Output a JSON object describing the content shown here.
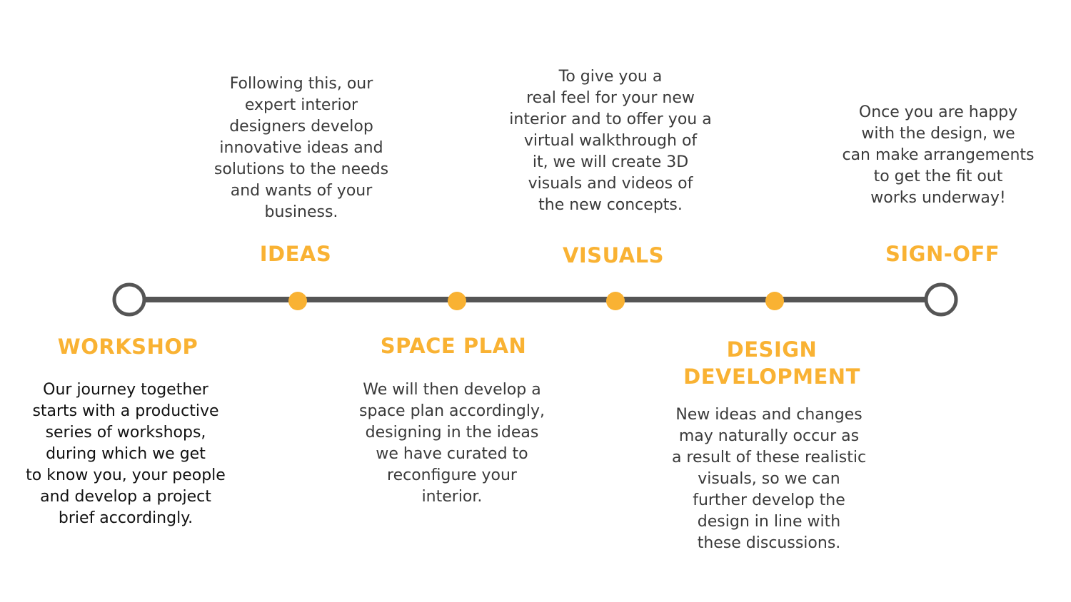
{
  "colors": {
    "accent": "#f9b233",
    "line": "#555555",
    "text": "#3a3a3a",
    "text_dark": "#111111"
  },
  "stages": [
    {
      "id": "workshop",
      "title_lines": [
        "WORKSHOP"
      ],
      "description_lines": [
        "Our journey together",
        "starts with a productive",
        "series of workshops,",
        "during which we get",
        "to know you, your people",
        "and develop a project",
        "brief accordingly."
      ],
      "marker": "endpoint"
    },
    {
      "id": "ideas",
      "title_lines": [
        "IDEAS"
      ],
      "description_lines": [
        "Following this, our",
        "expert interior",
        "designers develop",
        "innovative ideas and",
        "solutions to the needs",
        "and wants of your",
        "business."
      ],
      "marker": "dot"
    },
    {
      "id": "space-plan",
      "title_lines": [
        "SPACE PLAN"
      ],
      "description_lines": [
        "We will then develop a",
        "space plan accordingly,",
        "designing in the ideas",
        "we have curated to",
        "reconfigure your",
        "interior."
      ],
      "marker": "dot"
    },
    {
      "id": "visuals",
      "title_lines": [
        "VISUALS"
      ],
      "description_lines": [
        "To give you a",
        "real feel for your new",
        "interior and to offer you a",
        "virtual walkthrough of",
        "it, we will create 3D",
        "visuals and videos of",
        "the new concepts."
      ],
      "marker": "dot"
    },
    {
      "id": "design-development",
      "title_lines": [
        "DESIGN",
        "DEVELOPMENT"
      ],
      "description_lines": [
        "New ideas and changes",
        "may naturally occur as",
        "a result of these realistic",
        "visuals, so we can",
        "further develop the",
        "design in line with",
        "these discussions."
      ],
      "marker": "dot"
    },
    {
      "id": "sign-off",
      "title_lines": [
        "SIGN-OFF"
      ],
      "description_lines": [
        "Once you are happy",
        "with the design, we",
        "can make arrangements",
        "to get the fit out",
        "works underway!"
      ],
      "marker": "endpoint"
    }
  ]
}
